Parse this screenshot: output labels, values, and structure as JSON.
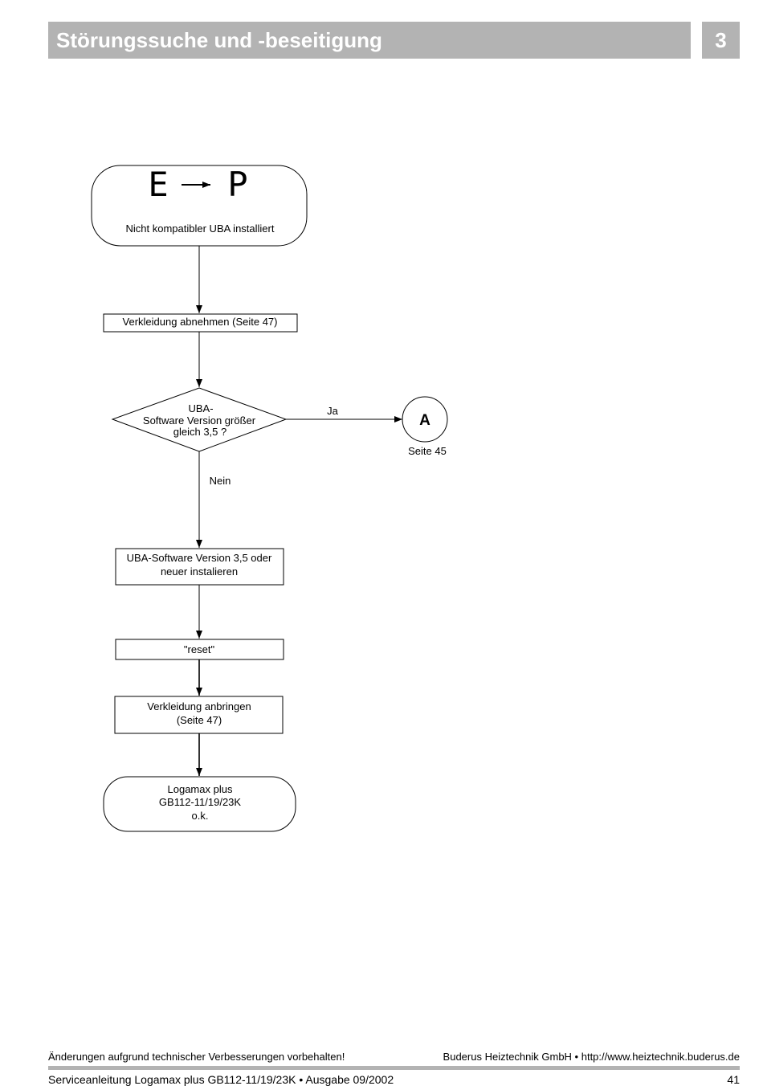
{
  "header": {
    "title": "Störungssuche und -beseitigung",
    "chapter": "3"
  },
  "flowchart": {
    "start": {
      "display_left": "E",
      "display_right": "P",
      "label": "Nicht kompatibler UBA installiert"
    },
    "step1": "Verkleidung abnehmen (Seite 47)",
    "decision": {
      "line1": "UBA-",
      "line2": "Software Version größer",
      "line3": "gleich 3,5 ?",
      "yes_label": "Ja",
      "no_label": "Nein"
    },
    "connector": {
      "letter": "A",
      "page_ref": "Seite 45"
    },
    "step2": {
      "line1": "UBA-Software Version 3,5 oder",
      "line2": "neuer instalieren"
    },
    "step3": "\"reset\"",
    "step4": {
      "line1": "Verkleidung anbringen",
      "line2": "(Seite 47)"
    },
    "end": {
      "line1": "Logamax plus",
      "line2": "GB112-11/19/23K",
      "line3": "o.k."
    }
  },
  "footer": {
    "note": "Änderungen aufgrund technischer Verbesserungen vorbehalten!",
    "company": "Buderus Heiztechnik GmbH • http://www.heiztechnik.buderus.de",
    "manual": "Serviceanleitung Logamax plus GB112-11/19/23K • Ausgabe 09/2002",
    "page": "41"
  }
}
